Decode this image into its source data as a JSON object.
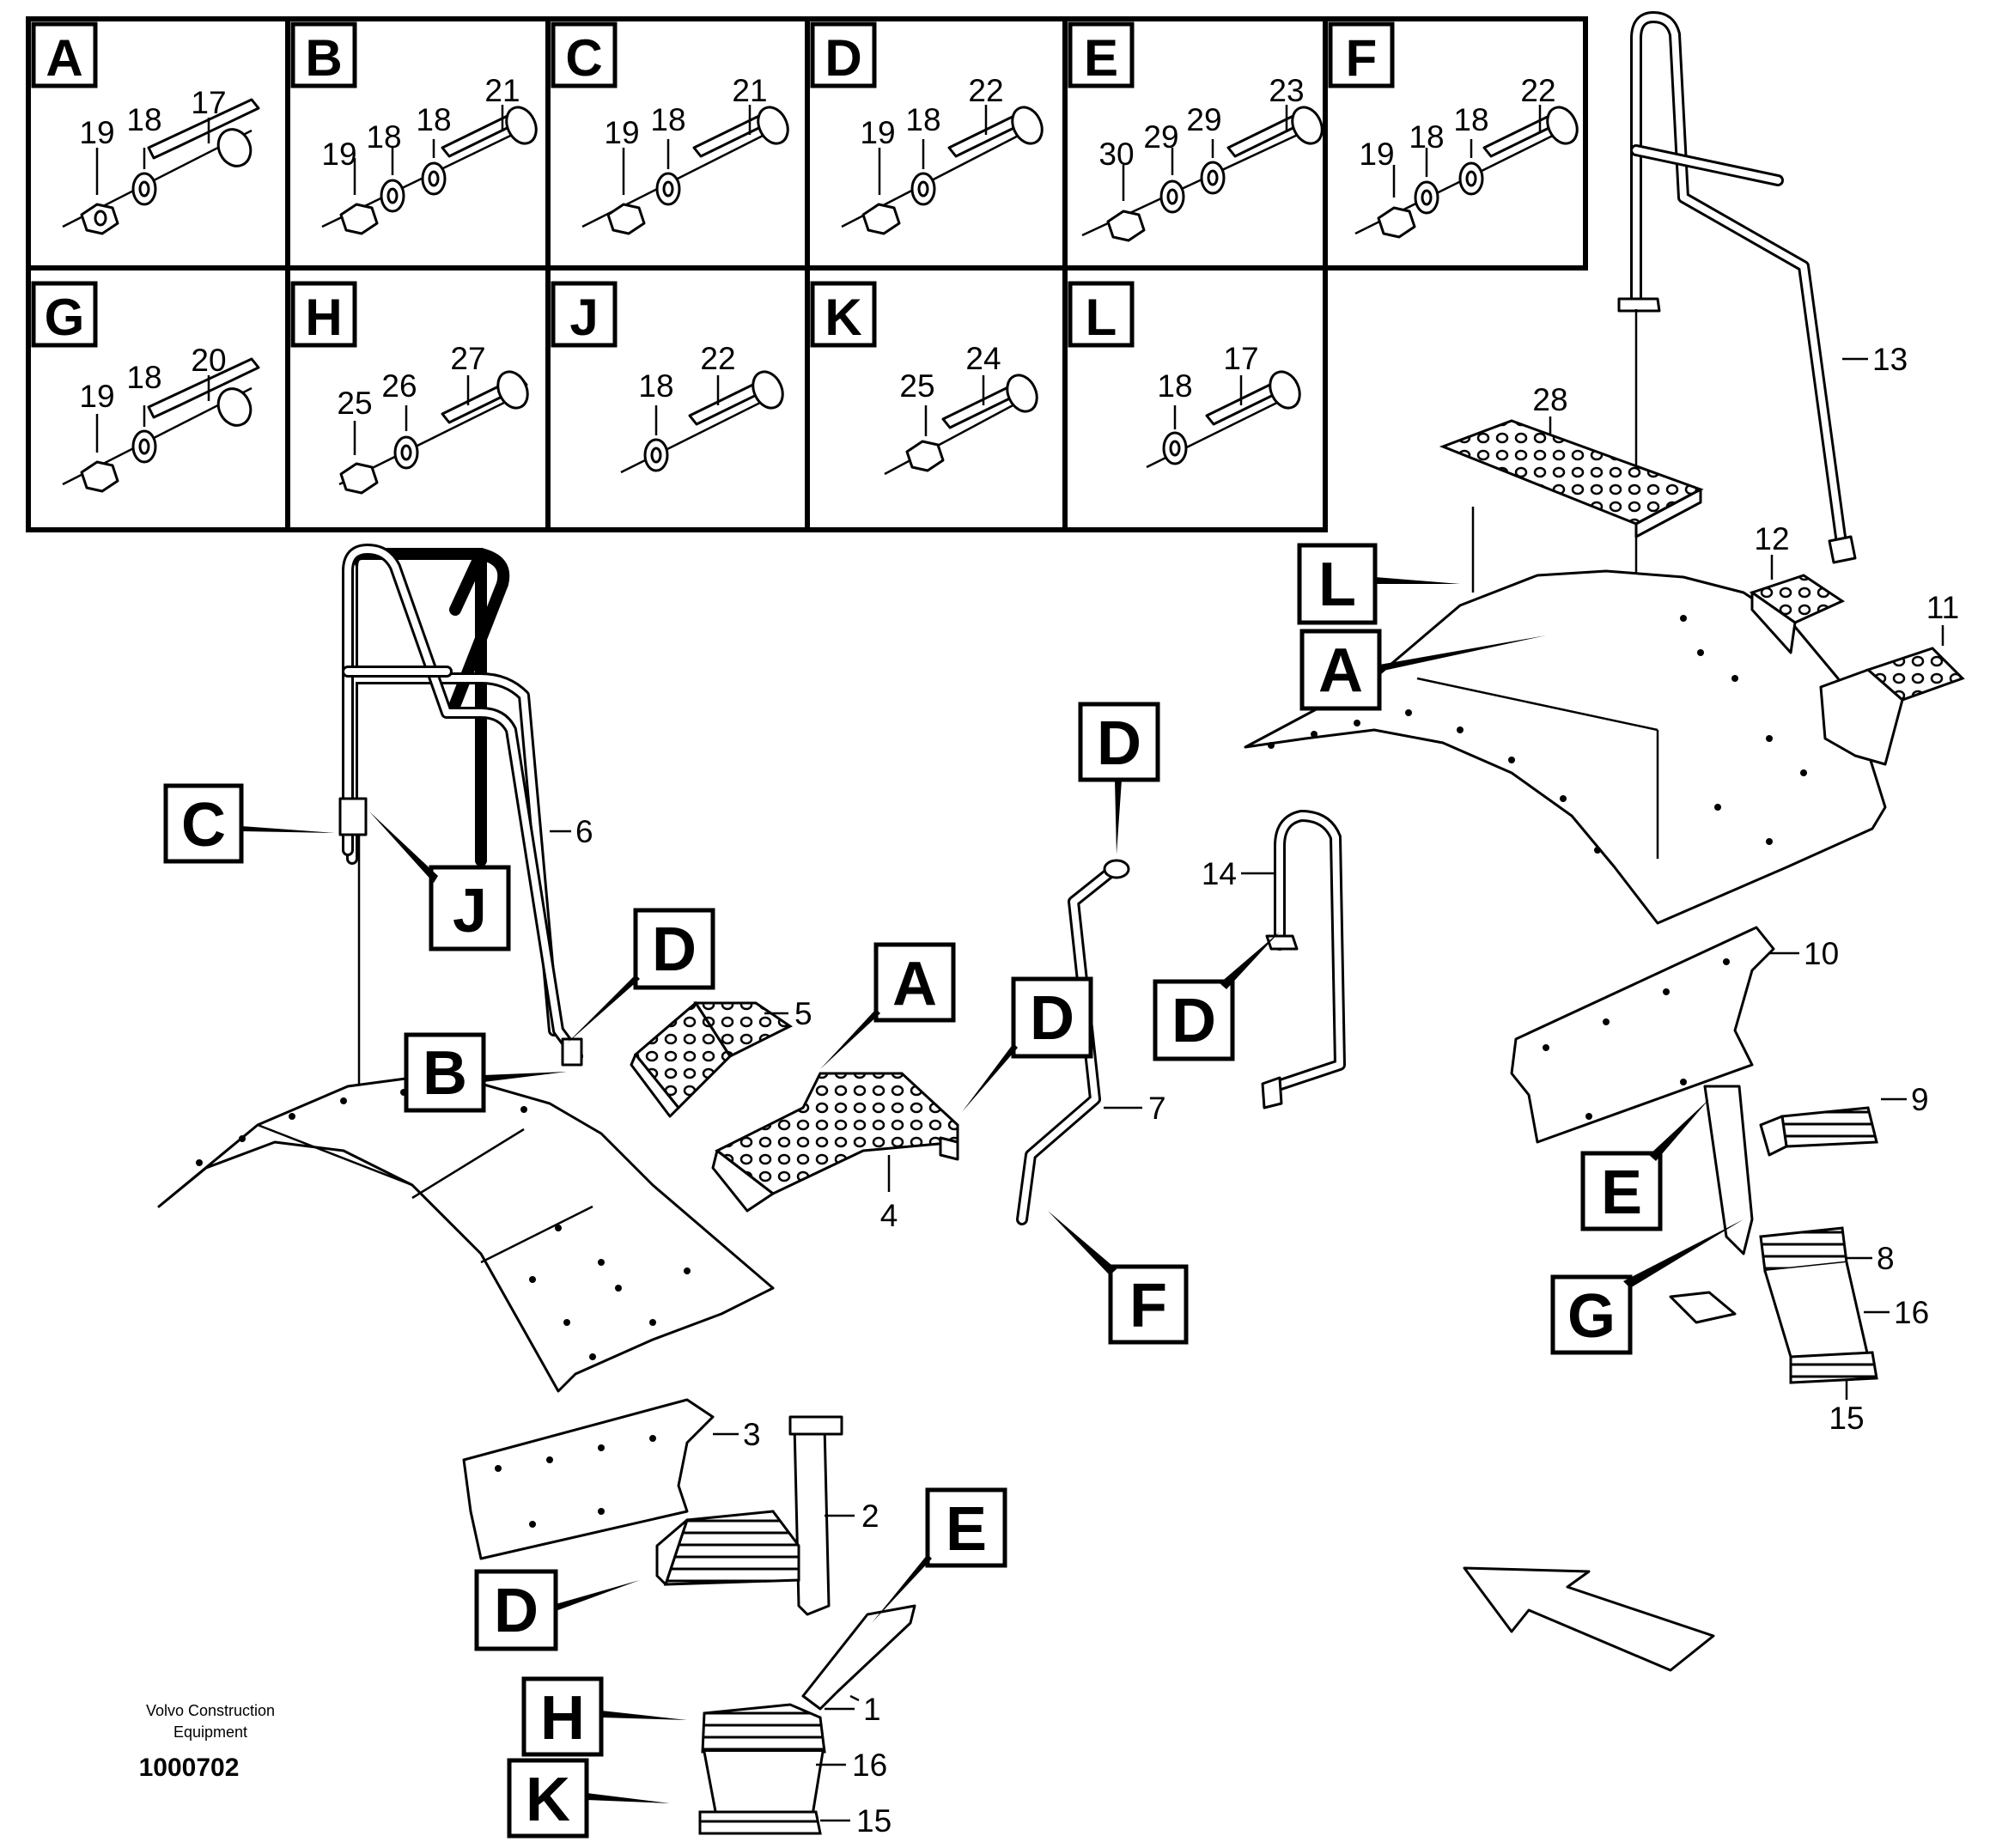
{
  "kit_table": {
    "cells": [
      {
        "letter": "A",
        "labels": [
          "19",
          "18",
          "17"
        ]
      },
      {
        "letter": "B",
        "labels": [
          "19",
          "18",
          "18",
          "21"
        ]
      },
      {
        "letter": "C",
        "labels": [
          "19",
          "18",
          "21"
        ]
      },
      {
        "letter": "D",
        "labels": [
          "19",
          "18",
          "22"
        ]
      },
      {
        "letter": "E",
        "labels": [
          "30",
          "29",
          "29",
          "23"
        ]
      },
      {
        "letter": "F",
        "labels": [
          "19",
          "18",
          "18",
          "22"
        ]
      },
      {
        "letter": "G",
        "labels": [
          "19",
          "18",
          "20"
        ]
      },
      {
        "letter": "H",
        "labels": [
          "25",
          "26",
          "27"
        ]
      },
      {
        "letter": "J",
        "labels": [
          "18",
          "22"
        ]
      },
      {
        "letter": "K",
        "labels": [
          "25",
          "24"
        ]
      },
      {
        "letter": "L",
        "labels": [
          "18",
          "17"
        ]
      }
    ]
  },
  "callouts": [
    "C",
    "J",
    "D",
    "B",
    "A",
    "D",
    "D",
    "D",
    "F",
    "D",
    "E",
    "H",
    "K",
    "L",
    "A",
    "E",
    "G"
  ],
  "part_numbers": [
    "1",
    "2",
    "3",
    "4",
    "5",
    "6",
    "7",
    "8",
    "9",
    "10",
    "11",
    "12",
    "13",
    "14",
    "15",
    "15",
    "16",
    "16",
    "28"
  ],
  "footer": {
    "company_line1": "Volvo Construction",
    "company_line2": "Equipment",
    "drawing_number": "1000702"
  }
}
